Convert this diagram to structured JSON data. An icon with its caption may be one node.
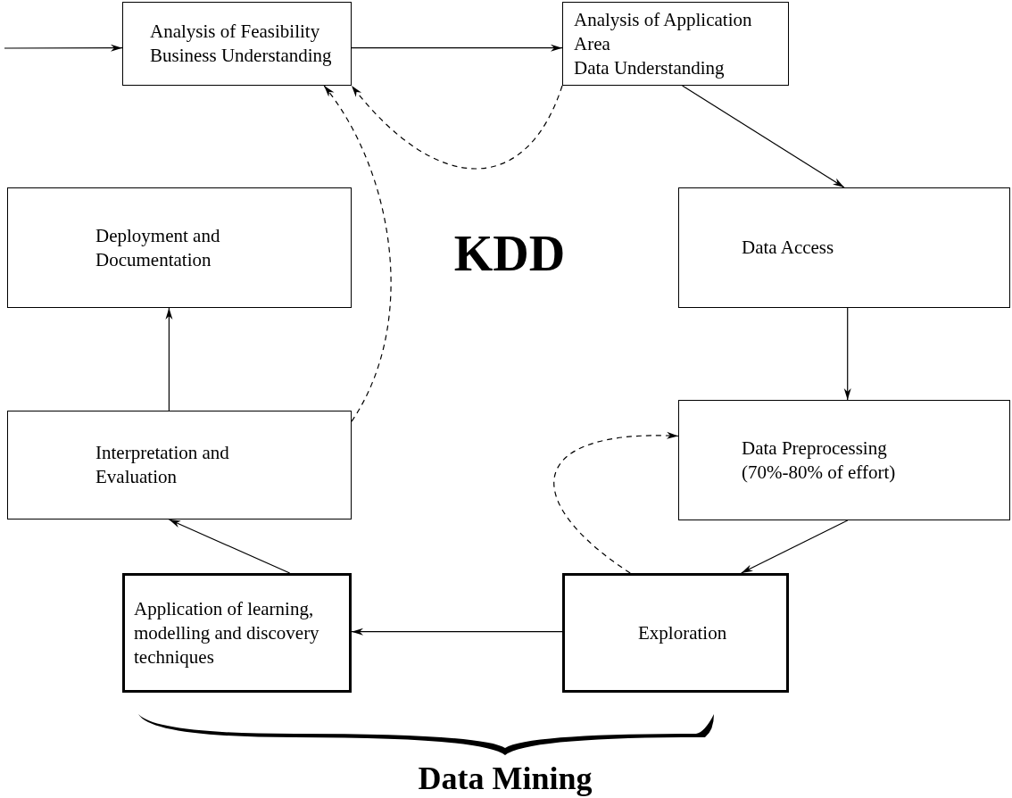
{
  "diagram": {
    "title": "KDD",
    "caption": "Data Mining",
    "nodes": [
      {
        "text": [
          "Analysis of Feasibility",
          "Business Understanding"
        ]
      },
      {
        "text": [
          "Analysis of Application Area",
          "Data Understanding"
        ]
      },
      {
        "text": [
          "Data Access"
        ]
      },
      {
        "text": [
          "Data Preprocessing (70%-80% of effort)"
        ]
      },
      {
        "text": [
          "Exploration"
        ]
      },
      {
        "text": [
          "Application of learning, modelling and discovery techniques"
        ]
      },
      {
        "text": [
          "Interpretation and Evaluation"
        ]
      },
      {
        "text": [
          "Deployment and Documentation"
        ]
      }
    ],
    "edges": [
      {
        "from": null,
        "to": 0,
        "arrow": "to"
      },
      {
        "from": 0,
        "to": 1,
        "arrow": "to"
      },
      {
        "from": 1,
        "to": 2,
        "arrow": "to"
      },
      {
        "from": 2,
        "to": 3,
        "arrow": "to"
      },
      {
        "from": 3,
        "to": 4,
        "arrow": "to"
      },
      {
        "from": 4,
        "to": 5,
        "arrow": "to"
      },
      {
        "from": 5,
        "to": 6,
        "arrow": "to"
      },
      {
        "from": 6,
        "to": 7,
        "arrow": "to"
      },
      {
        "from": 6,
        "to": 0,
        "arrow": "to",
        "style": "dashed"
      },
      {
        "from": 1,
        "to": 0,
        "arrow": "to",
        "style": "dashed"
      },
      {
        "from": 4,
        "to": 3,
        "arrow": "to",
        "style": "dashed"
      }
    ]
  }
}
